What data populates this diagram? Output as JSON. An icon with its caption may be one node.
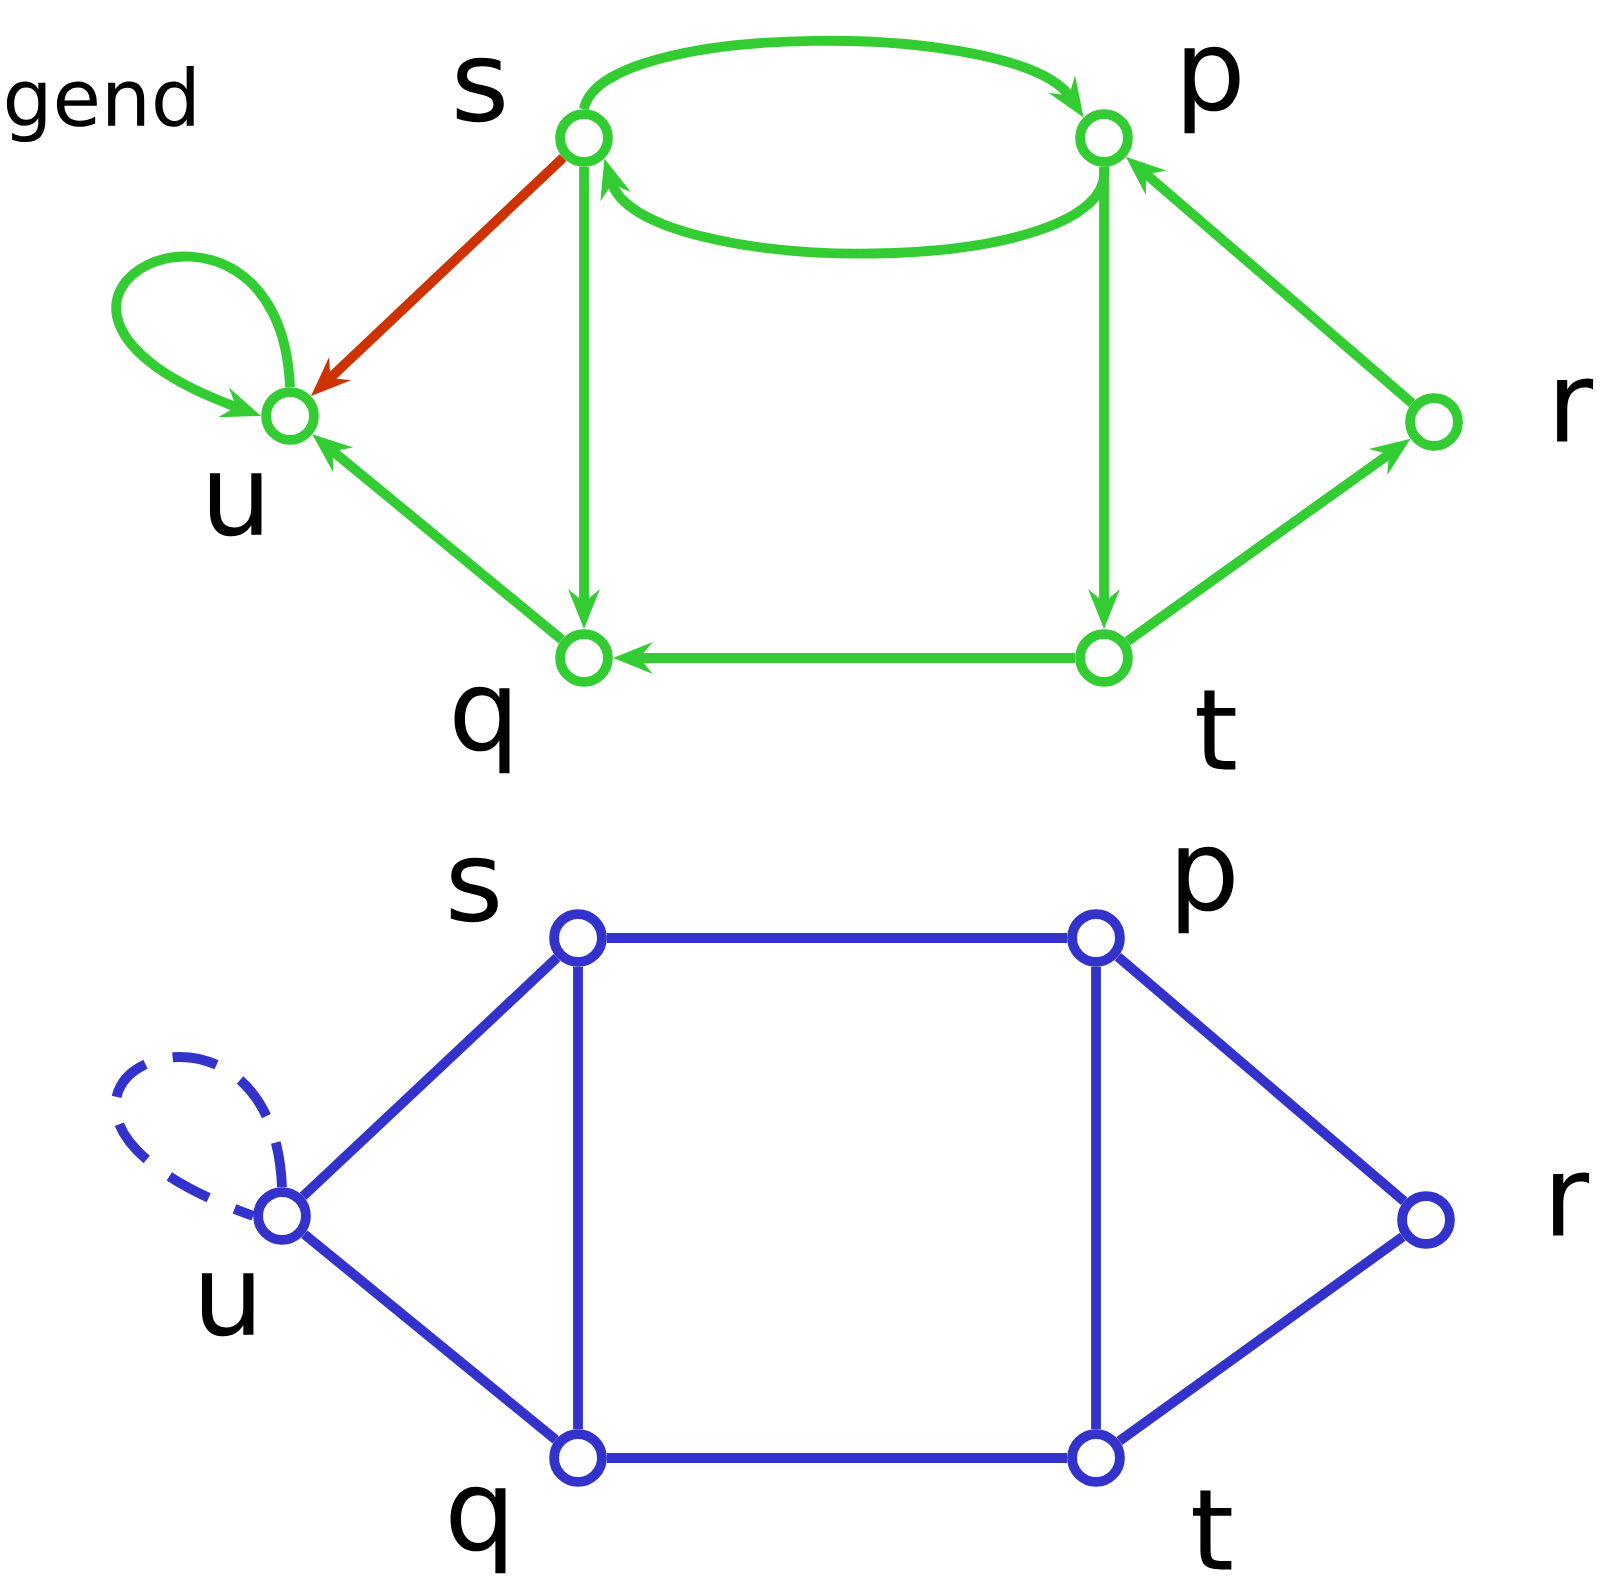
{
  "diagram": {
    "nodes": [
      {
        "text": [],
        "shape": "circle",
        "beside": [
          "s"
        ]
      },
      {
        "text": [],
        "shape": "circle",
        "beside": [
          "p"
        ]
      },
      {
        "text": [],
        "shape": "circle",
        "beside": [
          "u"
        ]
      },
      {
        "text": [],
        "shape": "circle",
        "beside": [
          "r"
        ]
      },
      {
        "text": [],
        "shape": "circle",
        "beside": [
          "q"
        ]
      },
      {
        "text": [],
        "shape": "circle",
        "beside": [
          "t"
        ]
      },
      {
        "text": [],
        "shape": "circle",
        "beside": [
          "s"
        ]
      },
      {
        "text": [],
        "shape": "circle",
        "beside": [
          "p"
        ]
      },
      {
        "text": [],
        "shape": "circle",
        "beside": [
          "u"
        ]
      },
      {
        "text": [],
        "shape": "circle",
        "beside": [
          "r"
        ]
      },
      {
        "text": [],
        "shape": "circle",
        "beside": [
          "q"
        ]
      },
      {
        "text": [],
        "shape": "circle",
        "beside": [
          "t"
        ]
      }
    ],
    "edges": [
      {
        "from": 0,
        "to": 1,
        "arrow": "to"
      },
      {
        "from": 1,
        "to": 0,
        "arrow": "to"
      },
      {
        "from": 0,
        "to": 2,
        "arrow": "to",
        "color": "#cc3300"
      },
      {
        "from": 2,
        "to": 2,
        "arrow": "to"
      },
      {
        "from": 4,
        "to": 2,
        "arrow": "to"
      },
      {
        "from": 0,
        "to": 4,
        "arrow": "to"
      },
      {
        "from": 1,
        "to": 5,
        "arrow": "to"
      },
      {
        "from": 5,
        "to": 4,
        "arrow": "to"
      },
      {
        "from": 5,
        "to": 3,
        "arrow": "to"
      },
      {
        "from": 3,
        "to": 1,
        "arrow": "to"
      },
      {
        "from": 8,
        "to": 8,
        "arrow": "none",
        "style": "dashed",
        "color": "#3333cc"
      },
      {
        "from": 6,
        "to": 8,
        "arrow": "none",
        "color": "#3333cc"
      },
      {
        "from": 8,
        "to": 10,
        "arrow": "none",
        "color": "#3333cc"
      },
      {
        "from": 6,
        "to": 7,
        "arrow": "none",
        "color": "#3333cc"
      },
      {
        "from": 6,
        "to": 10,
        "arrow": "none",
        "color": "#3333cc"
      },
      {
        "from": 7,
        "to": 11,
        "arrow": "none",
        "color": "#3333cc"
      },
      {
        "from": 10,
        "to": 11,
        "arrow": "none",
        "color": "#3333cc"
      },
      {
        "from": 7,
        "to": 9,
        "arrow": "none",
        "color": "#3333cc"
      },
      {
        "from": 11,
        "to": 9,
        "arrow": "none",
        "color": "#3333cc"
      }
    ],
    "labels": [
      "gend"
    ]
  }
}
